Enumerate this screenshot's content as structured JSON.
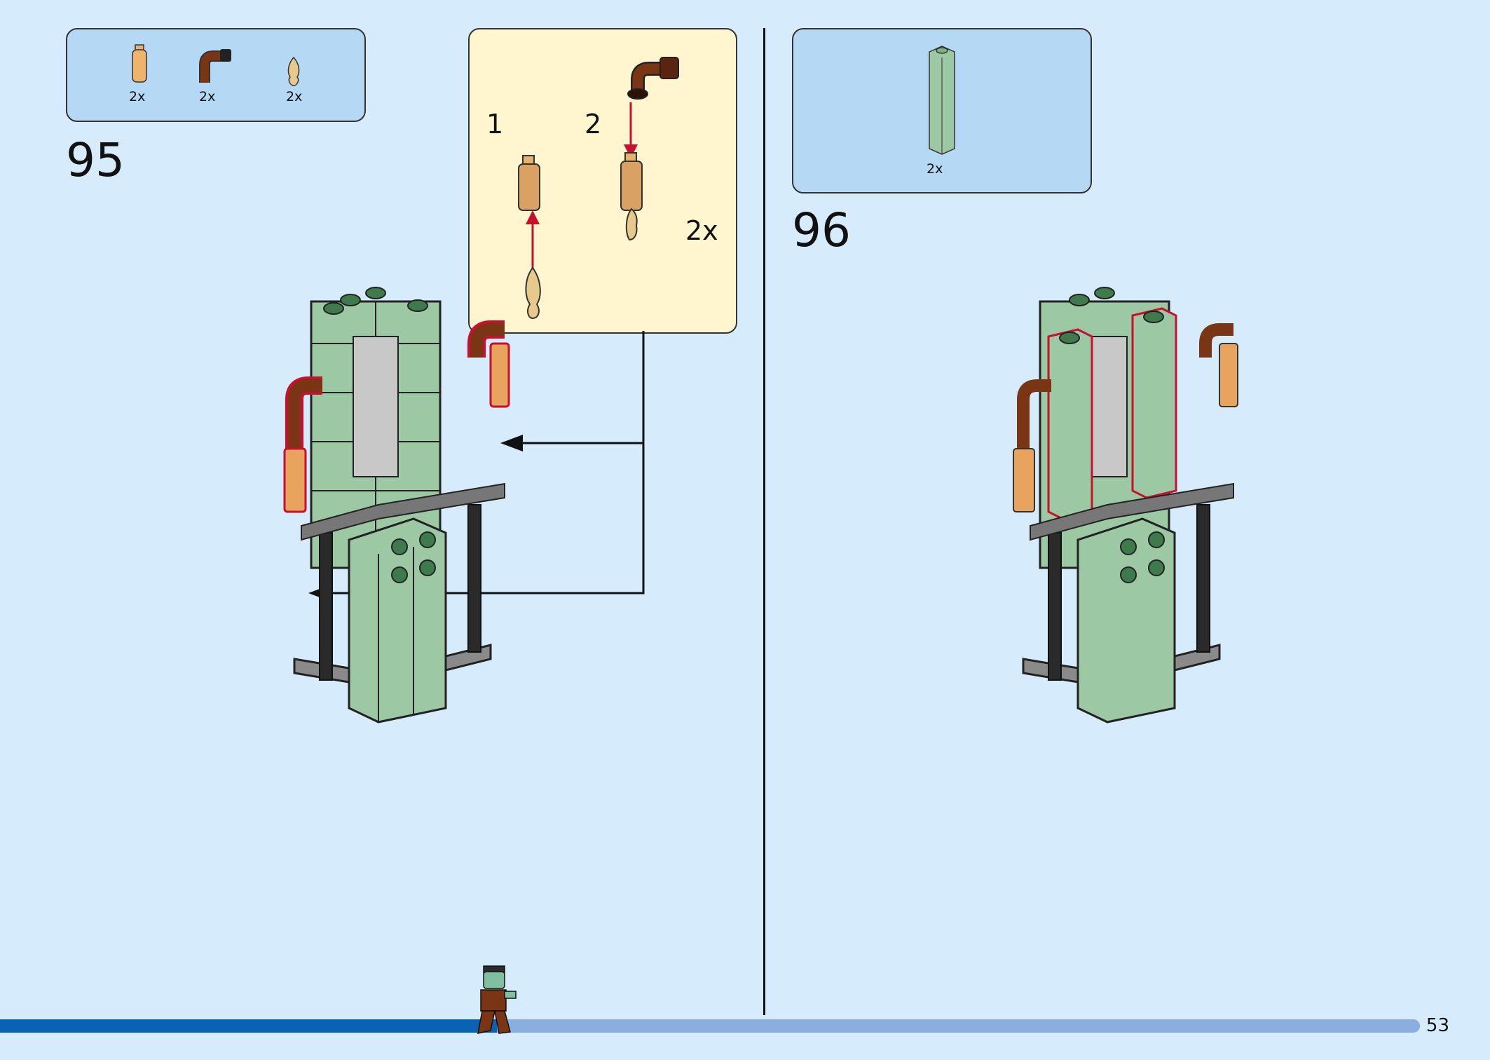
{
  "steps": [
    {
      "number": "95",
      "parts": [
        {
          "name": "tan-round-brick",
          "qty": "2x"
        },
        {
          "name": "brown-pipe-elbow",
          "qty": "2x"
        },
        {
          "name": "gold-flame-piece",
          "qty": "2x"
        }
      ],
      "subassembly": {
        "sub_step_1": "1",
        "sub_step_2": "2",
        "multiplier": "2x"
      }
    },
    {
      "number": "96",
      "parts": [
        {
          "name": "sand-green-tall-brick",
          "qty": "2x"
        }
      ]
    }
  ],
  "progress": {
    "fraction": 0.35
  },
  "page_number": "53",
  "colors": {
    "background": "#d6ebfb",
    "parts_box": "#b5d8f5",
    "subassembly_box": "#fff6cf",
    "sand_green": "#9cc9a3",
    "progress_fill": "#0a62b5",
    "progress_track": "#8aaedf",
    "highlight": "#c8102e"
  }
}
